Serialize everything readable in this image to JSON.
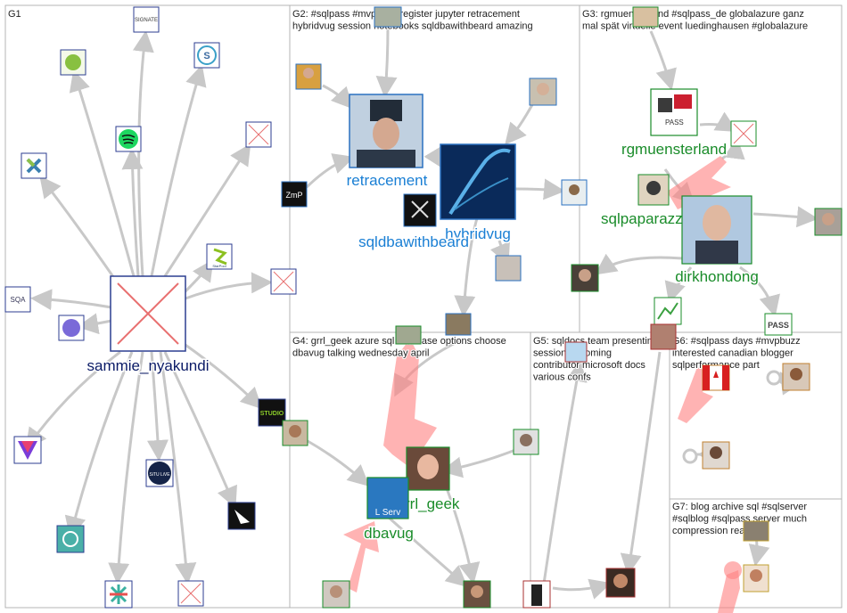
{
  "palette": {
    "edge": "#c8c8c8",
    "edge_heavy": "#ff8080",
    "panel_border": "#b4b4b4",
    "blue_label": "#1a7fd4",
    "green_label": "#1a8c2a",
    "navy_label": "#0a1a66",
    "missing_image": "#e87070"
  },
  "panels": [
    {
      "id": "G1",
      "lines": [
        "G1"
      ]
    },
    {
      "id": "G2",
      "lines": [
        "G2: #sqlpass #mvpbuzz register jupyter retracement",
        "hybridvug session notebooks sqldbawithbeard amazing"
      ]
    },
    {
      "id": "G3",
      "lines": [
        "G3: rgmuensterland #sqlpass_de globalazure ganz",
        "mal spät virtuelle event luedinghausen #globalazure"
      ]
    },
    {
      "id": "G4",
      "lines": [
        "G4: grrl_geek azure sql database options choose",
        "dbavug talking wednesday april"
      ]
    },
    {
      "id": "G5",
      "lines": [
        "G5: sqldocs team presenting",
        "session becoming",
        "contributor microsoft docs",
        "various confs"
      ]
    },
    {
      "id": "G6",
      "lines": [
        "G6: #sqlpass days #mvpbuzz",
        "interested canadian blogger",
        "sqlperformance part"
      ]
    },
    {
      "id": "G7",
      "lines": [
        "G7: blog archive sql #sqlserver",
        "#sqlblog #sqlpass server much",
        "compression really"
      ]
    }
  ],
  "labels": {
    "sammie": "sammie_nyakundi",
    "retracement": "retracement",
    "sqldbawithbeard": "sqldbawithbeard",
    "hybridvug": "hybridvug",
    "rgmuensterland": "rgmuensterland",
    "sqlpaparazzi": "sqlpaparazzi",
    "dirkhondong": "dirkhondong",
    "grrl_geek": "grrl_geek",
    "dbavug": "dbavug"
  },
  "icon_text": {
    "signate": "SIGNATE",
    "sqa": "SQA",
    "situ": "SiTU LiVE",
    "zmp": "ZmP",
    "pass_top": "PASS",
    "pass_bottom": "PASS",
    "starpool": "StarPool",
    "sqlserver_logo": "L Serv"
  }
}
